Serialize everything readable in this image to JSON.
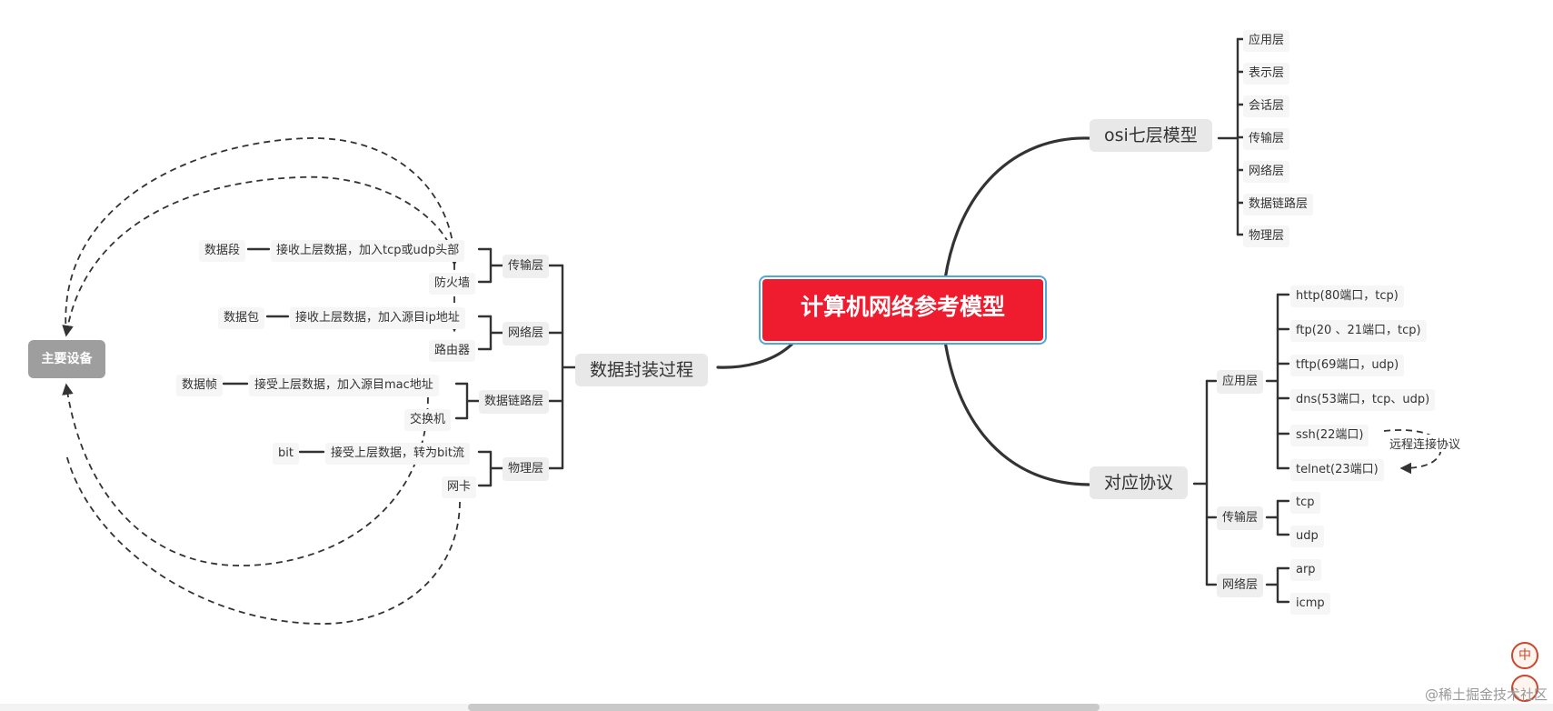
{
  "root": {
    "title": "计算机网络参考模型"
  },
  "osi": {
    "title": "osi七层模型",
    "layers": [
      "应用层",
      "表示层",
      "会话层",
      "传输层",
      "网络层",
      "数据链路层",
      "物理层"
    ]
  },
  "protocols": {
    "title": "对应协议",
    "app_layer": {
      "label": "应用层",
      "items": [
        "http(80端口，tcp)",
        "ftp(20 、21端口，tcp)",
        "tftp(69端口，udp)",
        "dns(53端口，tcp、udp)",
        "ssh(22端口)",
        "telnet(23端口)"
      ]
    },
    "transport_layer": {
      "label": "传输层",
      "items": [
        "tcp",
        "udp"
      ]
    },
    "network_layer": {
      "label": "网络层",
      "items": [
        "arp",
        "icmp"
      ]
    },
    "remote_note": "远程连接协议"
  },
  "encap": {
    "title": "数据封装过程",
    "transport": {
      "label": "传输层",
      "unit": "数据段",
      "desc": "接收上层数据，加入tcp或udp头部",
      "device": "防火墙"
    },
    "network": {
      "label": "网络层",
      "unit": "数据包",
      "desc": "接收上层数据，加入源目ip地址",
      "device": "路由器"
    },
    "datalink": {
      "label": "数据链路层",
      "unit": "数据帧",
      "desc": "接受上层数据，加入源目mac地址",
      "device": "交换机"
    },
    "physical": {
      "label": "物理层",
      "unit": "bit",
      "desc": "接受上层数据，转为bit流",
      "device": "网卡"
    }
  },
  "devices": {
    "label": "主要设备"
  },
  "watermark": "@稀土掘金技术社区",
  "seal": {
    "text": "中"
  },
  "colors": {
    "root_fill": "#ee1c2e",
    "root_outline": "#4fa8d8",
    "line": "#333333",
    "device_fill": "#9e9e9e"
  }
}
